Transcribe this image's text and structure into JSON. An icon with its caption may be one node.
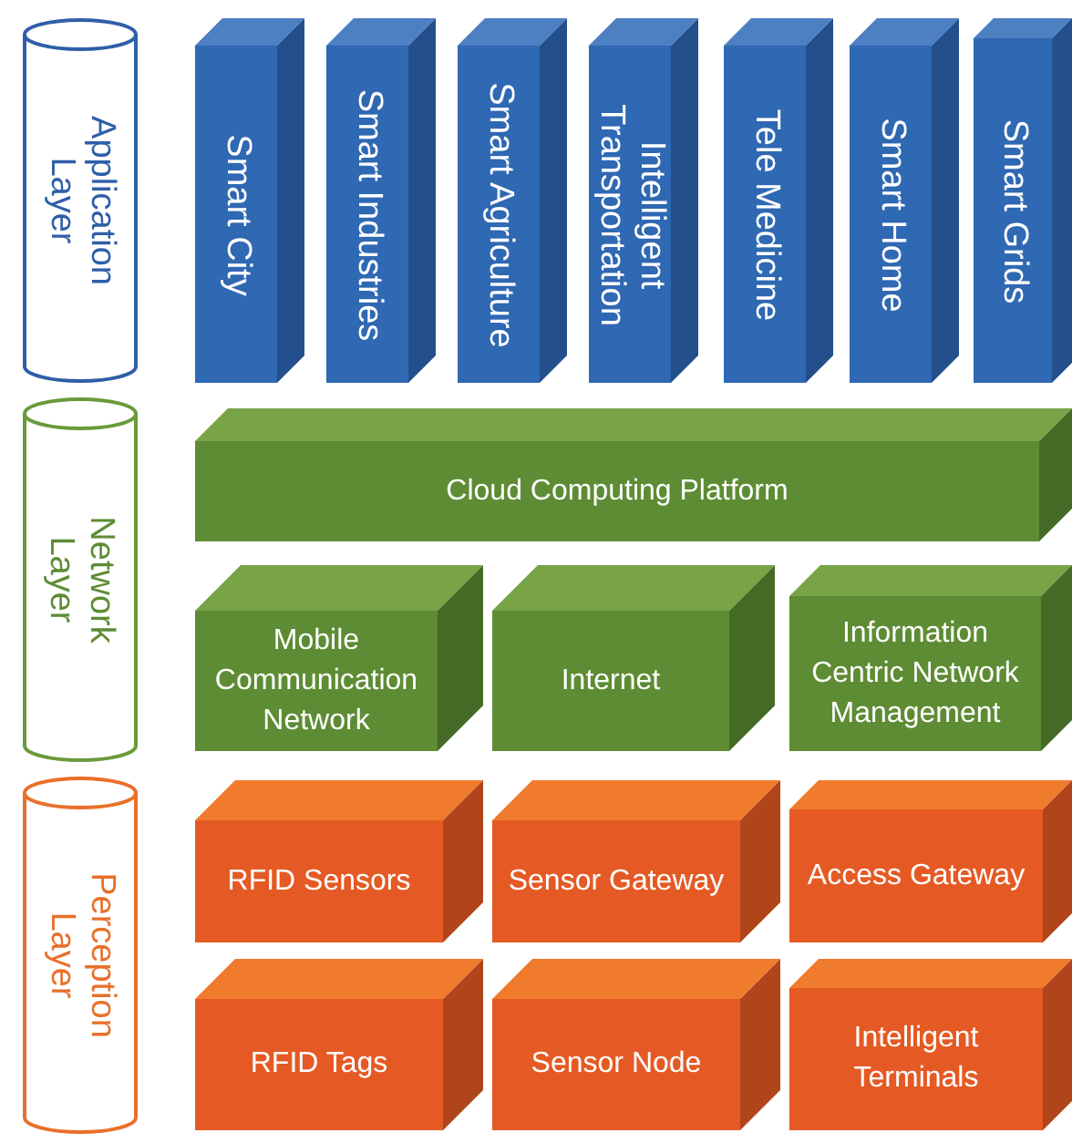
{
  "diagram": {
    "nodes": [
      {
        "text": [
          "Application Layer"
        ]
      },
      {
        "text": [
          "Smart City"
        ]
      },
      {
        "text": [
          "Smart Industries"
        ]
      },
      {
        "text": [
          "Smart Agriculture"
        ]
      },
      {
        "text": [
          "Intelligent Transportation"
        ]
      },
      {
        "text": [
          "Tele Medicine"
        ]
      },
      {
        "text": [
          "Smart Home"
        ]
      },
      {
        "text": [
          "Smart Grids"
        ]
      },
      {
        "text": [
          "Network Layer"
        ]
      },
      {
        "text": [
          "Cloud Computing Platform"
        ]
      },
      {
        "text": [
          "Mobile Communication Network"
        ]
      },
      {
        "text": [
          "Internet"
        ]
      },
      {
        "text": [
          "Information Centric Network Management"
        ]
      },
      {
        "text": [
          "Perception Layer"
        ]
      },
      {
        "text": [
          "RFID Sensors"
        ]
      },
      {
        "text": [
          "Sensor Gateway"
        ]
      },
      {
        "text": [
          "Access Gateway"
        ]
      },
      {
        "text": [
          "RFID Tags"
        ]
      },
      {
        "text": [
          "Sensor Node"
        ]
      },
      {
        "text": [
          "Intelligent Terminals"
        ]
      }
    ]
  }
}
